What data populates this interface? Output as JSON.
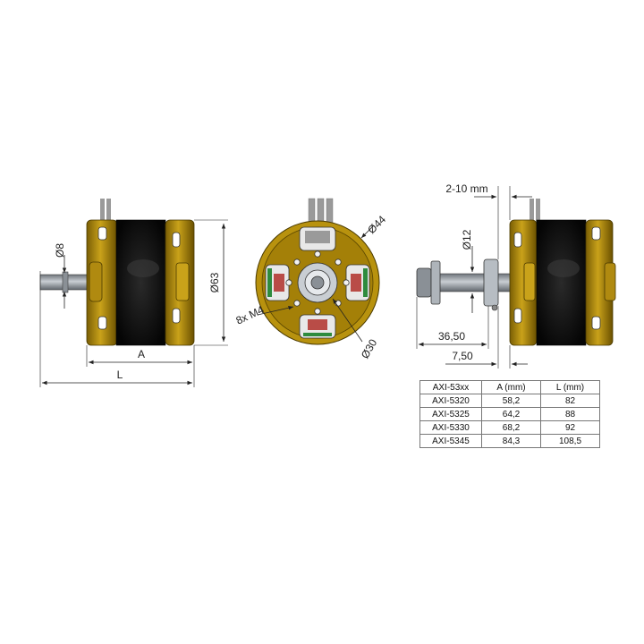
{
  "colors": {
    "housing_gold": "#b8920e",
    "housing_dark": "#6e5500",
    "rotor_black": "#101010",
    "shaft_grey": "#9aa0a6",
    "stator_green": "#2e8b3e",
    "coil_red": "#b0302a",
    "line": "#222222"
  },
  "dimensions": {
    "shaft_dia": "Ø8",
    "body_dia": "Ø63",
    "length_a": "A",
    "length_l": "L",
    "mount_dia": "Ø44",
    "center_dia": "Ø30",
    "holes": "8x M4",
    "gap": "2-10 mm",
    "shaft_long": "Ø12",
    "offset_long": "36,50",
    "offset_short": "7,50"
  },
  "table": {
    "headers": [
      "AXI-53xx",
      "A (mm)",
      "L (mm)"
    ],
    "rows": [
      [
        "AXI-5320",
        "58,2",
        "82"
      ],
      [
        "AXI-5325",
        "64,2",
        "88"
      ],
      [
        "AXI-5330",
        "68,2",
        "92"
      ],
      [
        "AXI-5345",
        "84,3",
        "108,5"
      ]
    ]
  }
}
